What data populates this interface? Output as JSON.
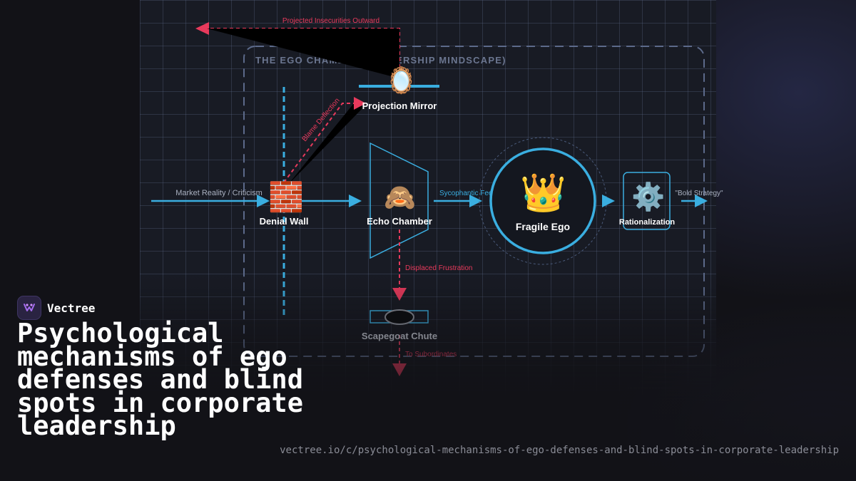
{
  "diagram": {
    "frame_title": "THE EGO CHAMBER (LEADERSHIP MINDSCAPE)",
    "nodes": [
      {
        "id": "denial_wall",
        "label": "Denial Wall",
        "icon": "brick-wall-icon",
        "glyph": "🧱"
      },
      {
        "id": "projection_mirror",
        "label": "Projection Mirror",
        "icon": "mirror-icon",
        "glyph": "🪞"
      },
      {
        "id": "echo_chamber",
        "label": "Echo Chamber",
        "icon": "see-no-evil-monkey-icon",
        "glyph": "🙈"
      },
      {
        "id": "fragile_ego",
        "label": "Fragile Ego",
        "icon": "crown-icon",
        "glyph": "👑"
      },
      {
        "id": "rationalization",
        "label": "Rationalization",
        "icon": "gear-icon",
        "glyph": "⚙️"
      },
      {
        "id": "scapegoat_chute",
        "label": "Scapegoat Chute",
        "icon": "hole-icon"
      }
    ],
    "edges": [
      {
        "label": "Market Reality / Criticism",
        "from": "input",
        "to": "denial_wall",
        "color": "#3aaee0"
      },
      {
        "label": "",
        "from": "denial_wall",
        "to": "echo_chamber",
        "color": "#3aaee0"
      },
      {
        "label": "Blame Deflection",
        "from": "denial_wall",
        "to": "projection_mirror",
        "color": "#e83a5c"
      },
      {
        "label": "Projected Insecurities Outward",
        "from": "projection_mirror",
        "to": "outside",
        "color": "#e83a5c"
      },
      {
        "label": "Sycophantic Feedback",
        "from": "echo_chamber",
        "to": "fragile_ego",
        "color": "#3aaee0"
      },
      {
        "label": "",
        "from": "fragile_ego",
        "to": "rationalization",
        "color": "#3aaee0"
      },
      {
        "label": "\"Bold Strategy\"",
        "from": "rationalization",
        "to": "output",
        "color": "#3aaee0"
      },
      {
        "label": "Displaced Frustration",
        "from": "echo_chamber",
        "to": "scapegoat_chute",
        "color": "#e83a5c"
      },
      {
        "label": "To Subordinates",
        "from": "scapegoat_chute",
        "to": "subordinates",
        "color": "#e83a5c"
      }
    ],
    "colors": {
      "blue": "#3aaee0",
      "red": "#e83a5c",
      "frame": "#5c6a8a"
    }
  },
  "brand": {
    "name": "Vectree",
    "logo_icon": "vectree-logo-icon"
  },
  "page": {
    "title": "Psychological mechanisms of ego defenses and blind spots in corporate leadership",
    "url": "vectree.io/c/psychological-mechanisms-of-ego-defenses-and-blind-spots-in-corporate-leadership"
  }
}
